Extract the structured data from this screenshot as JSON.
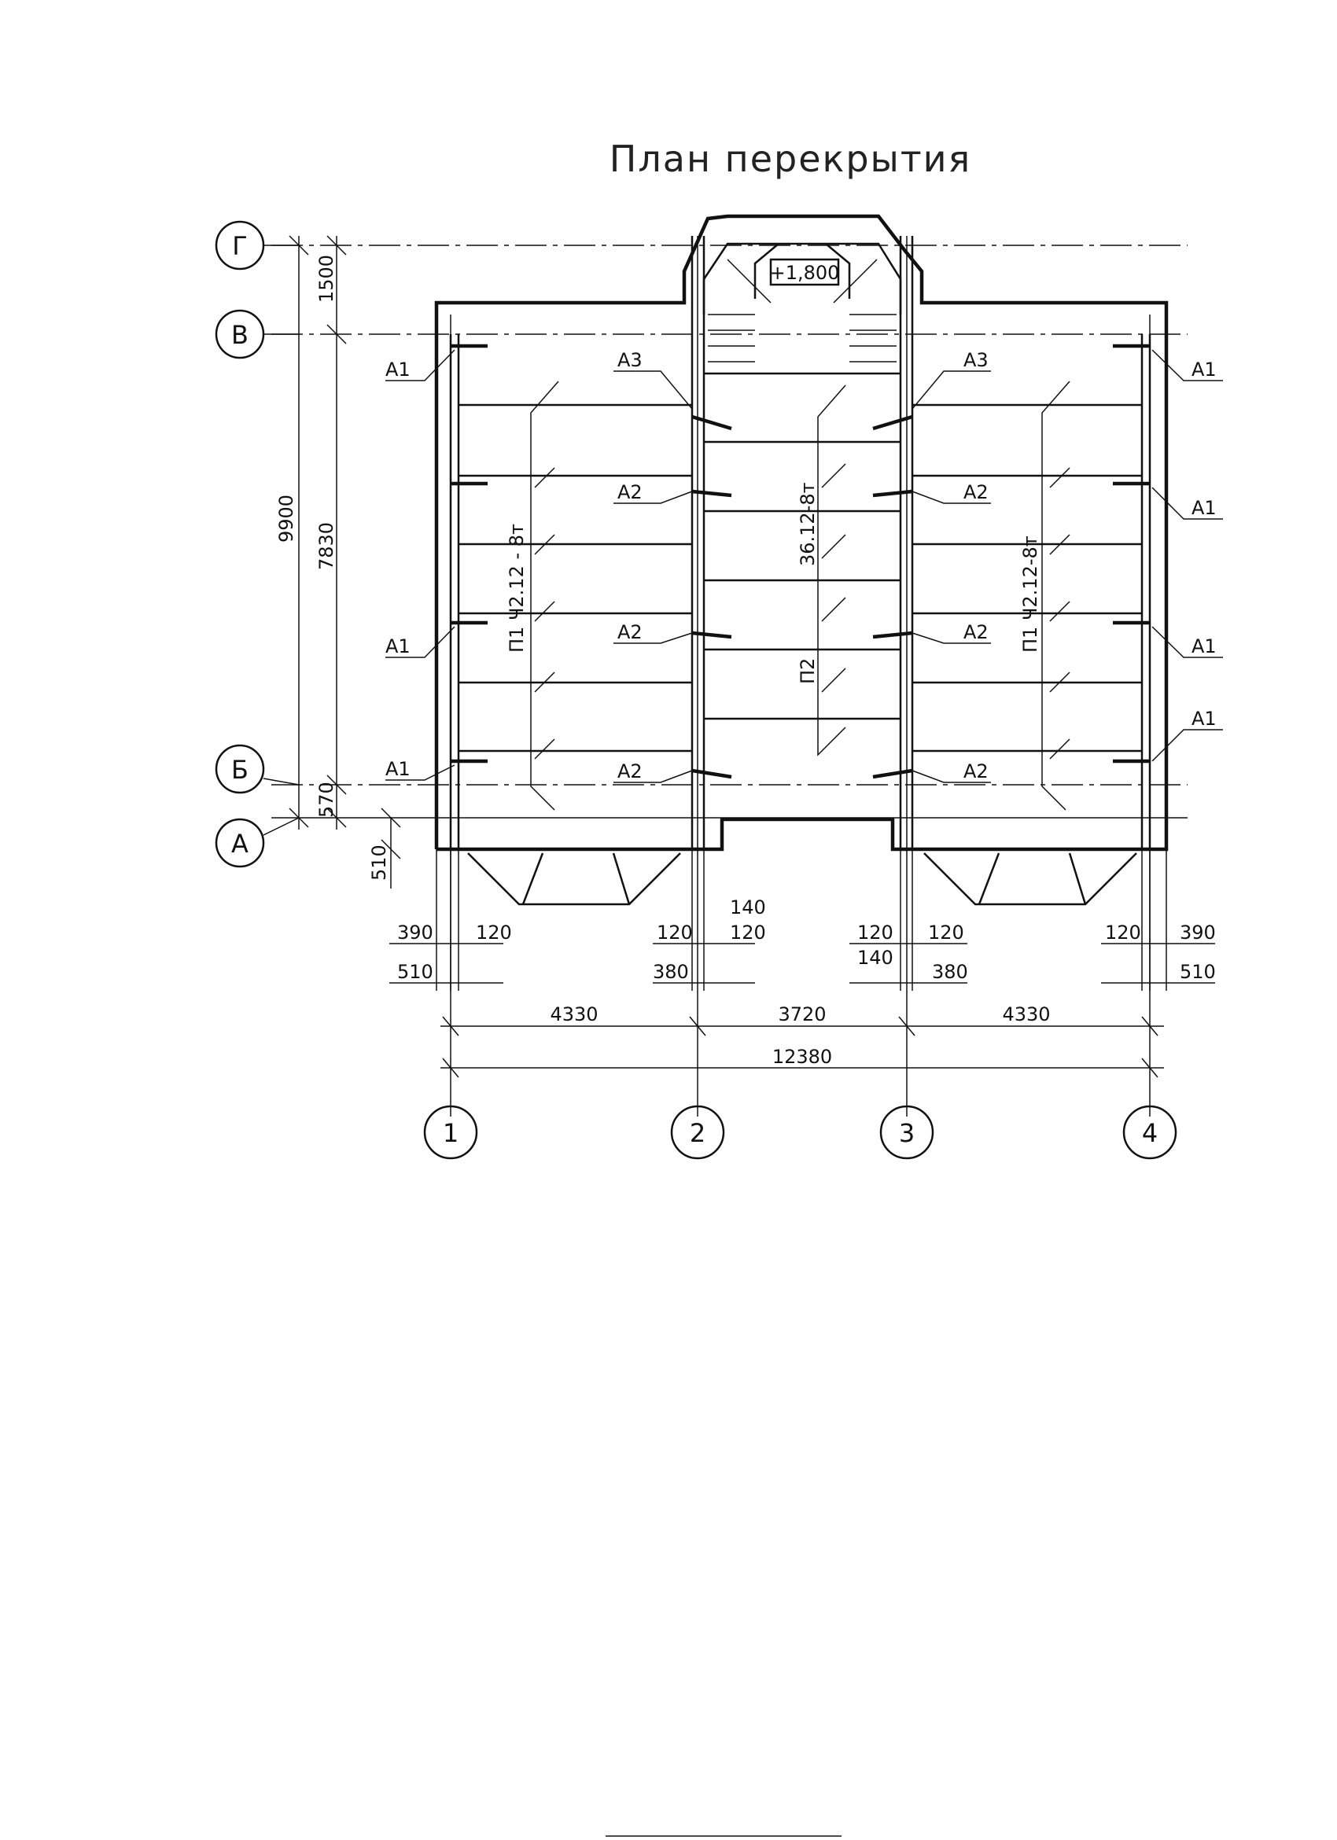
{
  "title": "План перекрытия",
  "level_mark": "+1,800",
  "axes_rows": [
    "Г",
    "В",
    "Б",
    "А"
  ],
  "axes_cols": [
    "1",
    "2",
    "3",
    "4"
  ],
  "dims_left": {
    "d1500": "1500",
    "d9900": "9900",
    "d7830": "7830",
    "d570": "570",
    "d510": "510"
  },
  "dims_bottom": {
    "d390_l": "390",
    "d120_l": "120",
    "d510_l": "510",
    "d120_2a": "120",
    "d140_2": "140",
    "d120_2b": "120",
    "d380_2": "380",
    "d120_3a": "120",
    "d140_3": "140",
    "d120_3b": "120",
    "d380_3": "380",
    "d120_r": "120",
    "d390_r": "390",
    "d510_r": "510",
    "span1": "4330",
    "span2": "3720",
    "span3": "4330",
    "total": "12380"
  },
  "anchors": {
    "a1": "А1",
    "a2": "А2",
    "a3": "А3"
  },
  "slabs": {
    "left": "П1 Ч2.12 - 8т",
    "right": "П1 Ч2.12-8т",
    "middle_top": "36.12-8т",
    "middle_bottom": "П2"
  }
}
